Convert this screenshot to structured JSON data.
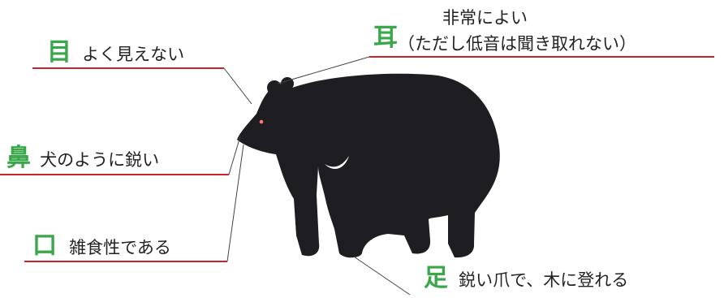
{
  "colors": {
    "accent": "#3aa84a",
    "underline": "#c8242b",
    "bear": "#1e1e22",
    "leader": "#444444"
  },
  "labels": {
    "eye": {
      "part": "目",
      "text": "よく見えない"
    },
    "ear": {
      "part": "耳",
      "text_line1": "非常によい",
      "text_line2": "（ただし低音は聞き取れない）"
    },
    "nose": {
      "part": "鼻",
      "text": "犬のように鋭い"
    },
    "mouth": {
      "part": "口",
      "text": "雑食性である"
    },
    "foot": {
      "part": "足",
      "text": "鋭い爪で、木に登れる"
    }
  }
}
